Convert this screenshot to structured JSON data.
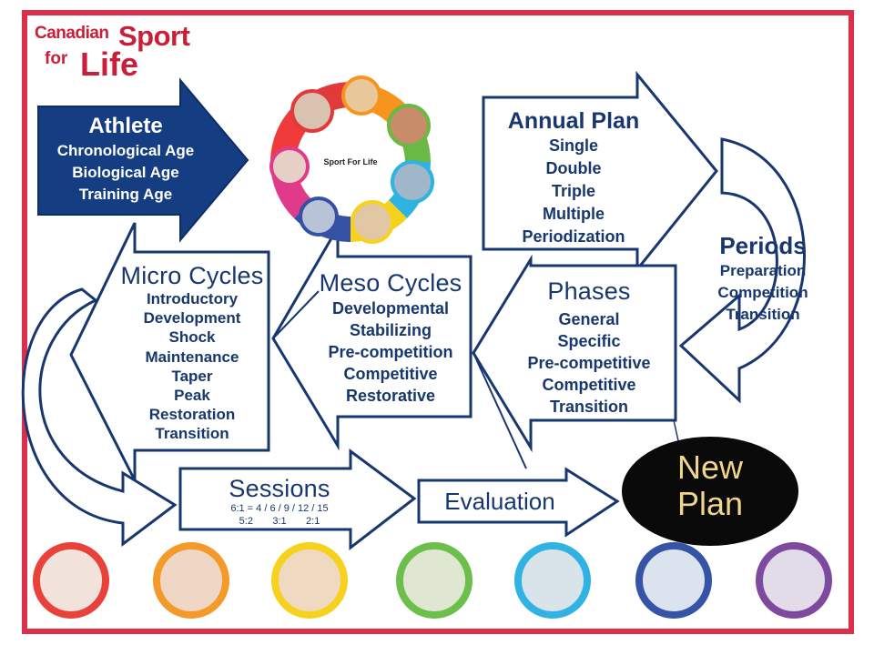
{
  "logo": {
    "line1_a": "Canadian",
    "line1_b": "Sport",
    "line2_a": "for",
    "line2_b": "Life"
  },
  "athlete": {
    "title": "Athlete",
    "items": [
      "Chronological Age",
      "Biological Age",
      "Training Age"
    ]
  },
  "sport_for_life_wheel": {
    "center_label": "Sport For Life",
    "segment_colors": [
      "#ef3b3b",
      "#f7941d",
      "#f6d21f",
      "#69b944",
      "#2fb3e0",
      "#3551a4",
      "#7e4a9e",
      "#e03a8b"
    ]
  },
  "annual_plan": {
    "title": "Annual Plan",
    "items": [
      "Single",
      "Double",
      "Triple",
      "Multiple",
      "Periodization"
    ]
  },
  "periods": {
    "title": "Periods",
    "items": [
      "Preparation",
      "Competition",
      "Transition"
    ]
  },
  "phases": {
    "title": "Phases",
    "items": [
      "General",
      "Specific",
      "Pre-competitive",
      "Competitive",
      "Transition"
    ]
  },
  "meso_cycles": {
    "title": "Meso Cycles",
    "items": [
      "Developmental",
      "Stabilizing",
      "Pre-competition",
      "Competitive",
      "Restorative"
    ]
  },
  "micro_cycles": {
    "title": "Micro Cycles",
    "items": [
      "Introductory",
      "Development",
      "Shock",
      "Maintenance",
      "Taper",
      "Peak",
      "Restoration",
      "Transition"
    ]
  },
  "sessions": {
    "title": "Sessions",
    "ratio_line1": "6:1 = 4 / 6 / 9 / 12 / 15",
    "ratio_line2": "5:2       3:1       2:1"
  },
  "evaluation": {
    "label": "Evaluation"
  },
  "new_plan": {
    "line1": "New",
    "line2": "Plan"
  },
  "colors": {
    "arrow_stroke": "#17376e",
    "athlete_fill": "#153e82",
    "border": "#dc2f4c",
    "logo": "#c8203a",
    "new_plan_fill": "#0a0a0a",
    "new_plan_text": "#f1d58c"
  },
  "stage_circles": {
    "ring_colors": [
      "#e8423b",
      "#f39a2b",
      "#f6d21f",
      "#6cbf4a",
      "#30b3e3",
      "#3554a5",
      "#7e4a9e"
    ]
  }
}
